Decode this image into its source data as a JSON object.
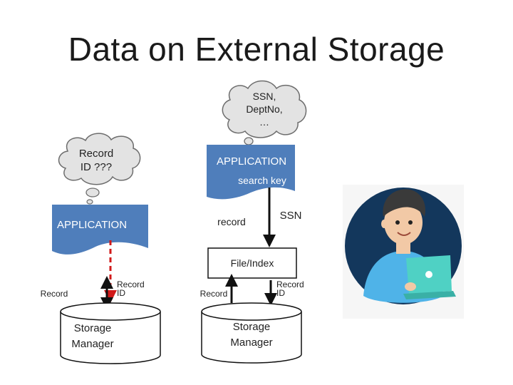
{
  "title": "Data on External Storage",
  "left": {
    "thought": [
      "Record",
      "ID ???"
    ],
    "app_label": "APPLICATION",
    "record_label": "Record",
    "record_id_label": [
      "Record",
      "ID"
    ],
    "storage_label": [
      "Storage",
      "Manager"
    ]
  },
  "right": {
    "thought": [
      "SSN,",
      "DeptNo,",
      "…"
    ],
    "app_label": "APPLICATION",
    "search_key_label": "search key",
    "record_label": "record",
    "ssn_label": "SSN",
    "file_index_label": "File/Index",
    "record_bottom_label": "Record",
    "record_id_label": [
      "Record",
      "ID"
    ],
    "storage_label": [
      "Storage",
      "Manager"
    ]
  },
  "colors": {
    "app_box": "#4f7ebb",
    "cloud": "#e3e3e3",
    "cloud_stroke": "#6d6d6d",
    "dashed_arrow": "#d11a1a",
    "avatar_bg": "#13375c"
  },
  "illustration": {
    "icon": "person-with-laptop-icon"
  }
}
